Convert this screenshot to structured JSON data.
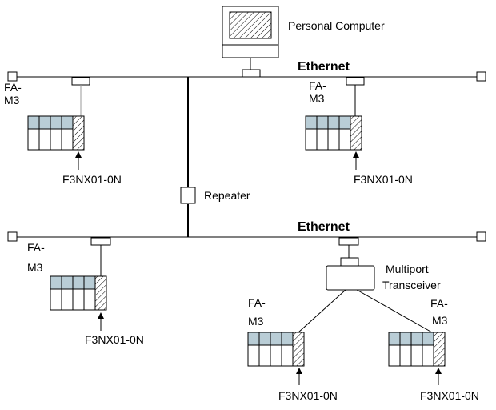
{
  "diagram": {
    "pc_label": "Personal Computer",
    "ethernet_top": "Ethernet",
    "ethernet_bottom": "Ethernet",
    "repeater_label": "Repeater",
    "transceiver_label_1": "Multiport",
    "transceiver_label_2": "Transceiver",
    "stations": [
      {
        "fa_line1": "FA-",
        "fa_line2": "M3",
        "module": "F3NX01-0N"
      },
      {
        "fa_line1": "FA-",
        "fa_line2": "M3",
        "module": "F3NX01-0N"
      },
      {
        "fa_line1": "FA-",
        "fa_line2": "M3",
        "module": "F3NX01-0N"
      },
      {
        "fa_line1": "FA-",
        "fa_line2": "M3",
        "module": "F3NX01-0N"
      },
      {
        "fa_line1": "FA-",
        "fa_line2": "M3",
        "module": "F3NX01-0N"
      }
    ]
  }
}
